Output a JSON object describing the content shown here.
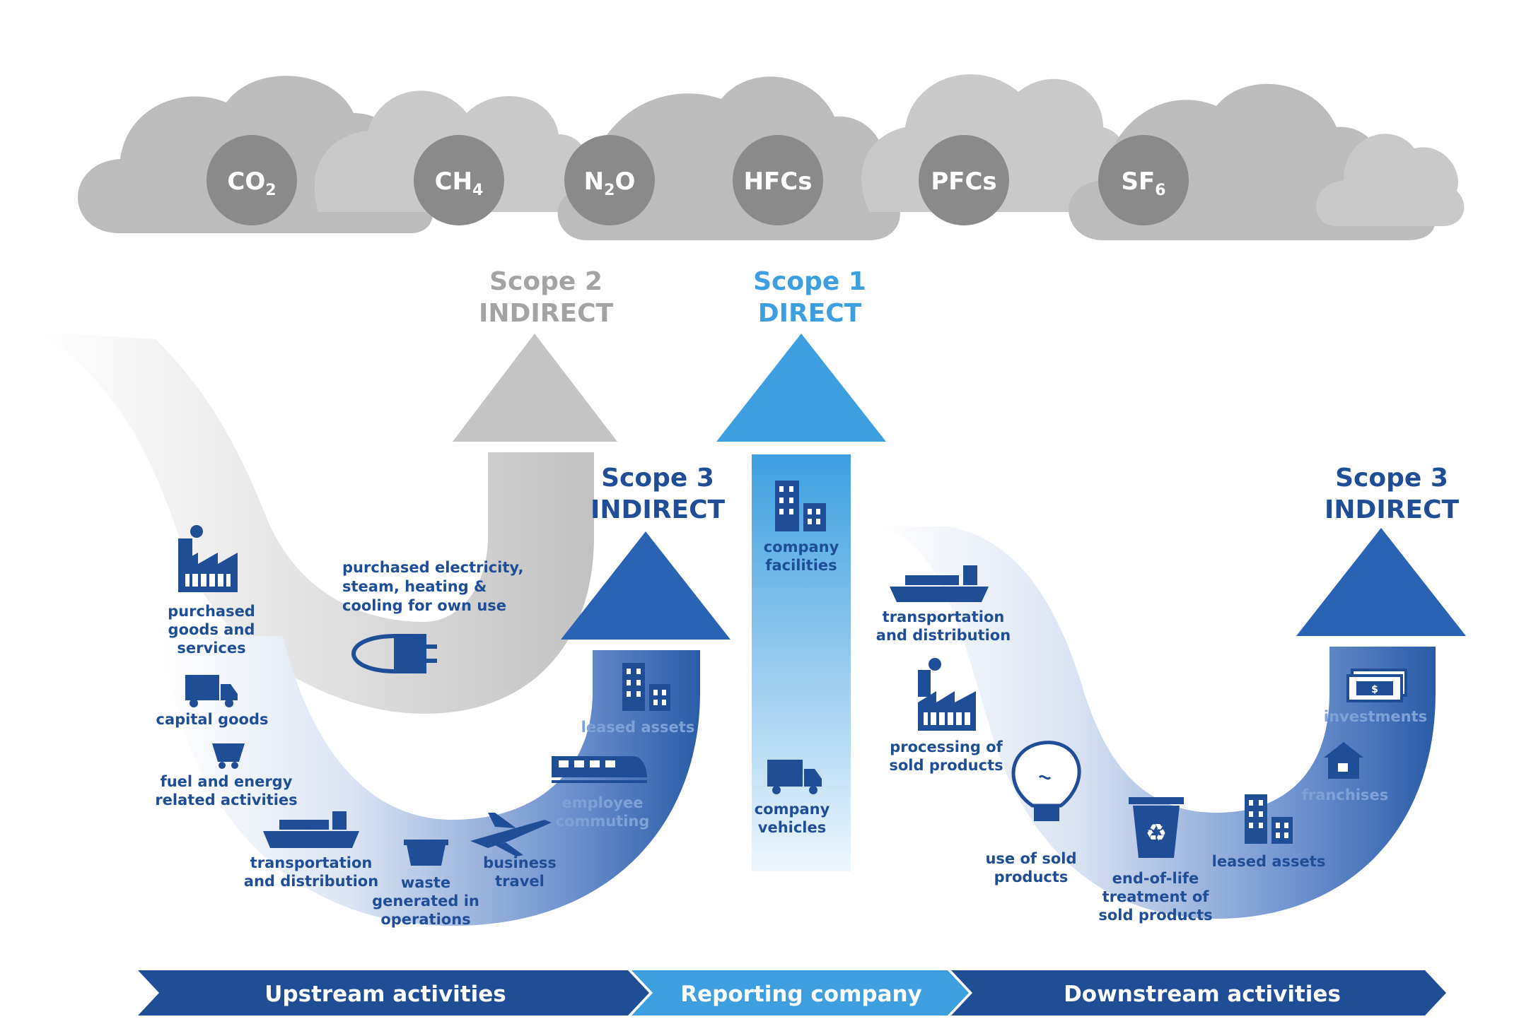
{
  "gases": [
    {
      "base": "CO",
      "sub": "2"
    },
    {
      "base": "CH",
      "sub": "4"
    },
    {
      "base": "N",
      "sub": "2",
      "tail": "O"
    },
    {
      "base": "HFCs",
      "sub": ""
    },
    {
      "base": "PFCs",
      "sub": ""
    },
    {
      "base": "SF",
      "sub": "6"
    }
  ],
  "scopes": {
    "scope2": {
      "title": "Scope 2",
      "kind": "INDIRECT",
      "color": "#a3a3a3"
    },
    "scope1": {
      "title": "Scope 1",
      "kind": "DIRECT",
      "color": "#3d9fe0"
    },
    "scope3_upstream": {
      "title": "Scope 3",
      "kind": "INDIRECT",
      "color": "#1f4e96"
    },
    "scope3_downstream": {
      "title": "Scope 3",
      "kind": "INDIRECT",
      "color": "#1f4e96"
    }
  },
  "scope2_items": {
    "purchased_electricity": [
      "purchased electricity,",
      "steam, heating &",
      "cooling for own use"
    ]
  },
  "upstream_items": {
    "purchased_goods": [
      "purchased",
      "goods and",
      "services"
    ],
    "capital_goods": [
      "capital goods"
    ],
    "fuel_energy": [
      "fuel and energy",
      "related activities"
    ],
    "transportation": [
      "transportation",
      "and distribution"
    ],
    "waste": [
      "waste",
      "generated in",
      "operations"
    ],
    "business_travel": [
      "business",
      "travel"
    ],
    "employee_commuting": [
      "employee",
      "commuting"
    ],
    "leased_assets": [
      "leased assets"
    ]
  },
  "scope1_items": {
    "company_facilities": [
      "company",
      "facilities"
    ],
    "company_vehicles": [
      "company",
      "vehicles"
    ]
  },
  "downstream_items": {
    "transportation": [
      "transportation",
      "and distribution"
    ],
    "processing": [
      "processing of",
      "sold products"
    ],
    "use_of_sold": [
      "use of sold",
      "products"
    ],
    "end_of_life": [
      "end-of-life",
      "treatment of",
      "sold products"
    ],
    "leased_assets": [
      "leased assets"
    ],
    "franchises": [
      "franchises"
    ],
    "investments": [
      "investments"
    ]
  },
  "bands": {
    "upstream": "Upstream activities",
    "reporting": "Reporting company",
    "downstream": "Downstream activities"
  },
  "colors": {
    "cloud": "#bcbcbc",
    "gas_circle": "#8a8a8a",
    "dark_blue": "#1f4e96",
    "mid_blue": "#3d9fe0",
    "grey_arrow": "#c4c4c4"
  }
}
